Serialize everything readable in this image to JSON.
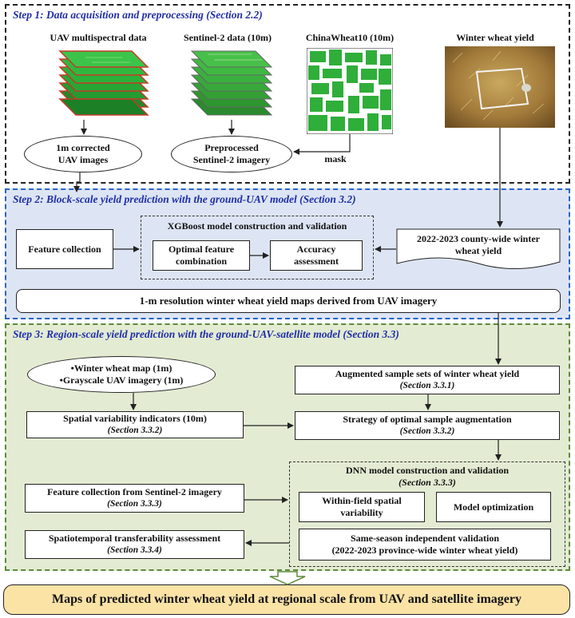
{
  "step1": {
    "title": "Step 1: Data acquisition and preprocessing (Section 2.2)",
    "uav_label": "UAV multispectral data",
    "s2_label": "Sentinel-2 data (10m)",
    "cw_label": "ChinaWheat10 (10m)",
    "yield_label": "Winter wheat yield",
    "uav_corrected": [
      "1m corrected",
      "UAV images"
    ],
    "s2_preprocessed": [
      "Preprocessed",
      "Sentinel-2 imagery"
    ],
    "mask_label": "mask"
  },
  "step2": {
    "title": "Step 2: Block-scale yield prediction with the ground-UAV model (Section 3.2)",
    "feature_collection": "Feature collection",
    "xgb_title": "XGBoost model construction and validation",
    "optimal_feature": [
      "Optimal feature",
      "combination"
    ],
    "accuracy": [
      "Accuracy",
      "assessment"
    ],
    "county_yield": [
      "2022-2023 county-wide winter",
      "wheat yield"
    ],
    "yield_maps": "1-m resolution winter wheat yield maps derived from UAV imagery"
  },
  "step3": {
    "title": "Step 3: Region-scale yield prediction with the ground-UAV-satellite model (Section 3.3)",
    "inputs": [
      "•Winter wheat map (1m)",
      "•Grayscale UAV imagery (1m)"
    ],
    "augmented": {
      "text": "Augmented sample sets of winter wheat yield",
      "sec": "(Section 3.3.1)"
    },
    "spatial_var": {
      "text": "Spatial variability indicators (10m)",
      "sec": "(Section 3.3.2)"
    },
    "strategy": {
      "text": "Strategy of optimal sample augmentation",
      "sec": "(Section 3.3.2)"
    },
    "dnn": {
      "text": "DNN model construction and validation",
      "sec": "(Section 3.3.3)"
    },
    "feature_s2": {
      "text": "Feature collection from Sentinel-2 imagery",
      "sec": "(Section 3.3.3)"
    },
    "within_field": [
      "Within-field spatial",
      "variability"
    ],
    "model_opt": "Model optimization",
    "transfer": {
      "text": "Spatiotemporal transferability assessment",
      "sec": "(Section 3.3.4)"
    },
    "same_season": [
      "Same-season independent validation",
      "(2022-2023 province-wide winter wheat yield)"
    ]
  },
  "final": "Maps of predicted winter wheat yield at regional scale from UAV and satellite imagery",
  "colors": {
    "title_blue": "#1f2ea8",
    "step2_bg": "#dde5f4",
    "step2_border": "#2b64c4",
    "step3_bg": "#e3ebd3",
    "step3_border": "#5d8a3a",
    "final_bg": "#fbe3a6",
    "wheat_green": "#2fae3a"
  }
}
